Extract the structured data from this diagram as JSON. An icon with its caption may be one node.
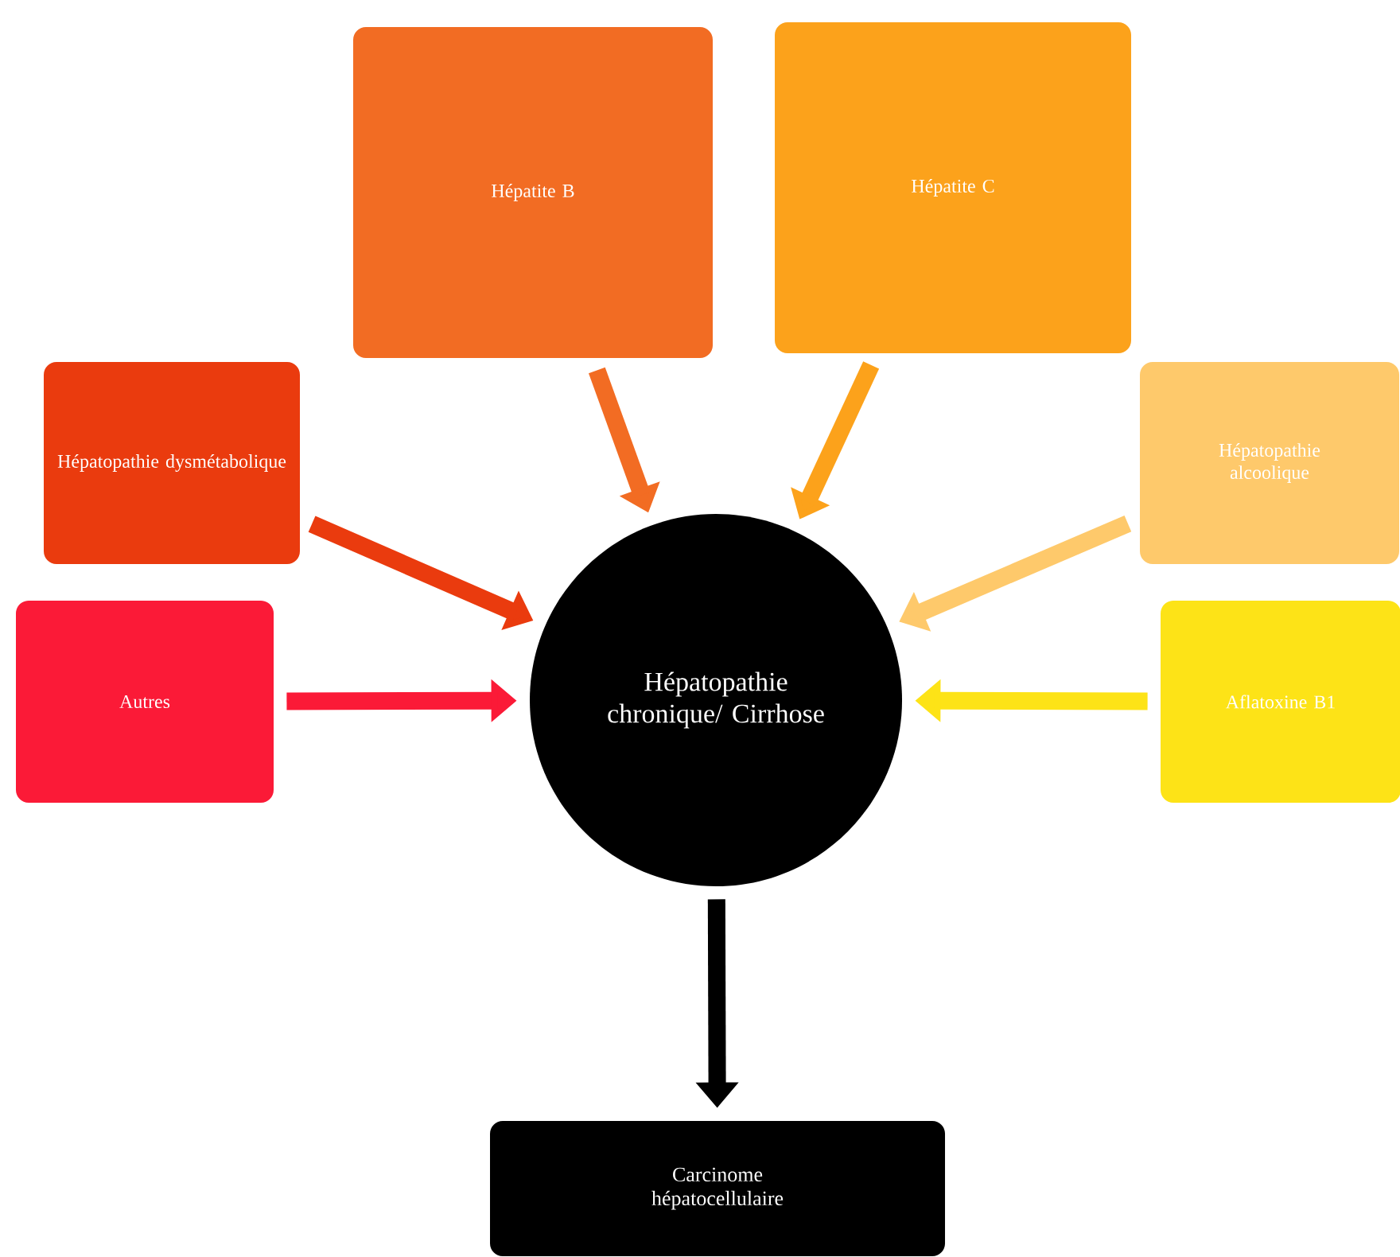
{
  "diagram": {
    "nodes": [
      {
        "text": [
          "Hépatite B"
        ]
      },
      {
        "text": [
          "Hépatite C"
        ]
      },
      {
        "text": [
          "Hépatopathie dysmétabolique"
        ]
      },
      {
        "text": [
          "Hépatopathie alcoolique"
        ]
      },
      {
        "text": [
          "Autres"
        ]
      },
      {
        "text": [
          "Aflatoxine B1"
        ]
      },
      {
        "text": [
          "Hépatopathie chronique/ Cirrhose"
        ]
      },
      {
        "text": [
          "Carcinome hépatocellulaire"
        ]
      }
    ],
    "edges": [
      {
        "from": 0,
        "to": 6,
        "arrow": "to",
        "color": "#f26c23"
      },
      {
        "from": 1,
        "to": 6,
        "arrow": "to",
        "color": "#fca21b"
      },
      {
        "from": 2,
        "to": 6,
        "arrow": "to",
        "color": "#ea3b0e"
      },
      {
        "from": 3,
        "to": 6,
        "arrow": "to",
        "color": "#fec96b"
      },
      {
        "from": 4,
        "to": 6,
        "arrow": "to",
        "color": "#fb1a37"
      },
      {
        "from": 5,
        "to": 6,
        "arrow": "to",
        "color": "#fde317"
      },
      {
        "from": 6,
        "to": 7,
        "arrow": "to",
        "color": "#000000"
      }
    ]
  }
}
